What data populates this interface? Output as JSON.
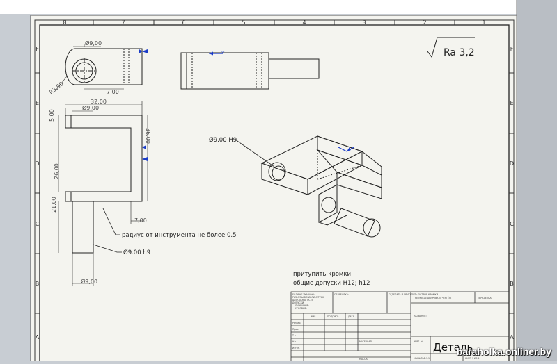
{
  "zones": {
    "top": [
      "8",
      "7",
      "6",
      "5",
      "4",
      "3",
      "2",
      "1"
    ],
    "left": [
      "F",
      "E",
      "D",
      "C",
      "B",
      "A"
    ],
    "right": [
      "F",
      "E",
      "D",
      "C",
      "B",
      "A"
    ]
  },
  "roughness": "Ra 3,2",
  "dims": {
    "top_dia": "Ø9,00",
    "radius": "R3,00",
    "width_7": "7,00",
    "front_width": "32,00",
    "front_dia": "Ø9,00",
    "h5": "5,00",
    "h36": "36,00",
    "h26": "26,00",
    "h21": "21,00",
    "w7": "7,00",
    "bottom_dia": "Ø9,00",
    "iso_hole": "Ø9.00 H9"
  },
  "notes": {
    "radius_note": "радиус от инструмента не более 0.5",
    "shaft_note": "Ø9.00 h9",
    "blunt": "притупить кромки",
    "tolerances": "общие допуски H12; h12"
  },
  "title_block": {
    "tiny_1": "ЕСЛИ НЕ УКАЗАНО:",
    "tiny_2": "РАЗМЕРЫ В МИЛЛИМЕТРАХ",
    "tiny_3": "ШЕРОХОВАТОСТЬ",
    "tiny_4": "ДОПУСКИ:",
    "tiny_5": "ЛИНЕЙНЫЕ:",
    "tiny_6": "УГЛОВЫЕ:",
    "col_finish": "ОБРАБОТКА:",
    "col_deburr": "ОТДЕЛАТЬ И ПРИТУПИТЬ ОСТРЫЕ КРОМКИ",
    "col_nochange": "НЕ МАСШТАБИРОВАТЬ ЧЕРТЁЖ",
    "col_rev": "ПЕРЕДЕЛКА",
    "h_name": "ИМЯ",
    "h_sign": "ПОДПИСЬ",
    "h_date": "ДАТА",
    "r_dev": "Разраб.",
    "r_check": "Пров.",
    "r_tech": "Т.к.",
    "r_nc": "Н.к.",
    "r_mfg": "Изгот.",
    "name_label": "НАЗВАНИЕ:",
    "material": "МАТЕРИАЛ:",
    "mass": "МАССА:",
    "drawing_no": "ЧЕРТ. №",
    "part": "Деталь",
    "scale": "МАСШТАБ:1:1",
    "sheet": "ЛИСТ 1 ИЗ 1"
  },
  "watermark": "baraholka.onliner.by"
}
